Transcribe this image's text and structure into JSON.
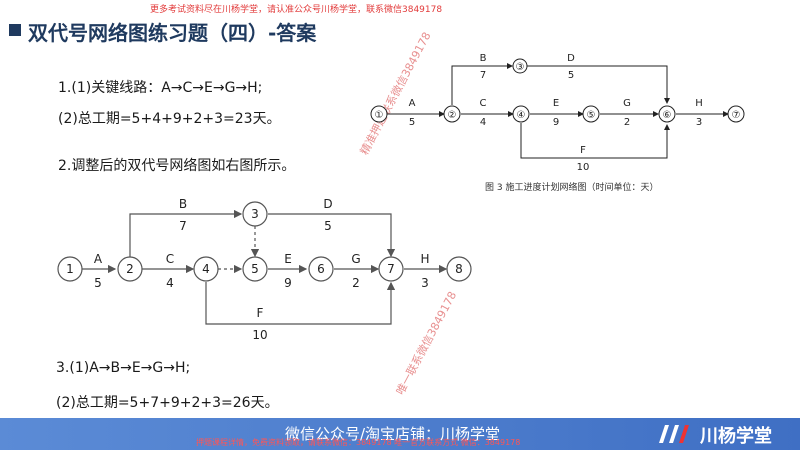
{
  "promo_top": "更多考试资料尽在川杨学堂，请认准公众号川杨学堂，联系微信3849178",
  "title": "双代号网络图练习题（四）-答案",
  "answer1_line1": "1.(1)关键线路：A→C→E→G→H;",
  "answer1_line2": "(2)总工期=5+4+9+2+3=23天。",
  "answer2": "2.调整后的双代号网络图如右图所示。",
  "answer3_line1": "3.(1)A→B→E→G→H;",
  "answer3_line2": "(2)总工期=5+7+9+2+3=26天。",
  "small_network": {
    "caption": "图 3 施工进度计划网络图（时间单位：天）",
    "nodes": [
      "①",
      "②",
      "③",
      "④",
      "⑤",
      "⑥",
      "⑦"
    ],
    "activities": [
      {
        "name": "A",
        "duration": "5"
      },
      {
        "name": "B",
        "duration": "7"
      },
      {
        "name": "C",
        "duration": "4"
      },
      {
        "name": "D",
        "duration": "5"
      },
      {
        "name": "E",
        "duration": "9"
      },
      {
        "name": "G",
        "duration": "2"
      },
      {
        "name": "H",
        "duration": "3"
      },
      {
        "name": "F",
        "duration": "10"
      }
    ]
  },
  "big_network": {
    "nodes": [
      "1",
      "2",
      "3",
      "4",
      "5",
      "6",
      "7",
      "8"
    ],
    "activities": [
      {
        "name": "A",
        "duration": "5"
      },
      {
        "name": "B",
        "duration": "7"
      },
      {
        "name": "C",
        "duration": "4"
      },
      {
        "name": "D",
        "duration": "5"
      },
      {
        "name": "E",
        "duration": "9"
      },
      {
        "name": "G",
        "duration": "2"
      },
      {
        "name": "H",
        "duration": "3"
      },
      {
        "name": "F",
        "duration": "10"
      }
    ]
  },
  "watermark_contact": "精准押题联系微信3849178",
  "watermark_contact2": "唯一联系微信3849178",
  "footer_main": "微信公众号/淘宝店铺：川杨学堂",
  "footer_promo": "押题课程详情，免费资料领取，请联系微信：3849178 唯一官方联系方式 微信：3849178",
  "logo_text": "川杨学堂"
}
